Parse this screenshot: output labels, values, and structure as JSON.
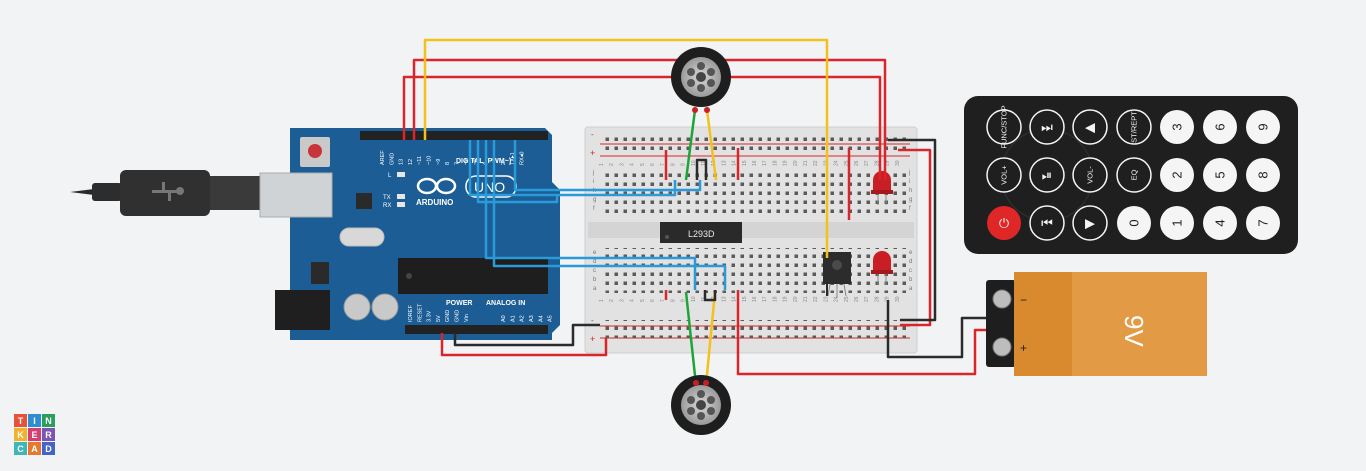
{
  "arduino": {
    "brand": "ARDUINO",
    "model": "UNO",
    "digital_header": "DIGITAL (PWM~)",
    "power_header": "POWER",
    "analog_header": "ANALOG IN",
    "led_labels": [
      "L",
      "TX",
      "RX"
    ],
    "digital_pins": [
      "AREF",
      "GND",
      "13",
      "12",
      "~11",
      "~10",
      "~9",
      "8",
      "7",
      "~6",
      "~5",
      "4",
      "~3",
      "2",
      "TX▸1",
      "RX◂0"
    ],
    "power_pins": [
      "IOREF",
      "RESET",
      "3.3V",
      "5V",
      "GND",
      "GND",
      "Vin"
    ],
    "analog_pins": [
      "A0",
      "A1",
      "A2",
      "A3",
      "A4",
      "A5"
    ]
  },
  "breadboard": {
    "row_letters_top": [
      "j",
      "i",
      "h",
      "g",
      "f"
    ],
    "row_letters_bottom": [
      "e",
      "d",
      "c",
      "b",
      "a"
    ],
    "column_numbers": [
      "1",
      "2",
      "3",
      "4",
      "5",
      "6",
      "7",
      "8",
      "9",
      "10",
      "11",
      "12",
      "13",
      "14",
      "15",
      "16",
      "17",
      "18",
      "19",
      "20",
      "21",
      "22",
      "23",
      "24",
      "25",
      "26",
      "27",
      "28",
      "29",
      "30"
    ],
    "rail_minus": "-",
    "rail_plus": "+"
  },
  "chip": {
    "label": "L293D"
  },
  "battery": {
    "label": "9V",
    "minus": "−",
    "plus": "+"
  },
  "remote": {
    "buttons": [
      {
        "label": "FUNC/STOP",
        "type": "text"
      },
      {
        "label": "⏭",
        "type": "icon"
      },
      {
        "label": "◀",
        "type": "icon"
      },
      {
        "label": "ST/REPT",
        "type": "text"
      },
      {
        "label": "3",
        "type": "num"
      },
      {
        "label": "6",
        "type": "num"
      },
      {
        "label": "9",
        "type": "num"
      },
      {
        "label": "VOL+",
        "type": "text"
      },
      {
        "label": "⏯",
        "type": "icon"
      },
      {
        "label": "VOL-",
        "type": "text"
      },
      {
        "label": "EQ",
        "type": "text"
      },
      {
        "label": "2",
        "type": "num"
      },
      {
        "label": "5",
        "type": "num"
      },
      {
        "label": "8",
        "type": "num"
      },
      {
        "label": "⏻",
        "type": "power"
      },
      {
        "label": "⏮",
        "type": "icon"
      },
      {
        "label": "▶",
        "type": "icon"
      },
      {
        "label": "0",
        "type": "num"
      },
      {
        "label": "1",
        "type": "num"
      },
      {
        "label": "4",
        "type": "num"
      },
      {
        "label": "7",
        "type": "num"
      }
    ]
  },
  "logo": {
    "letters": [
      "T",
      "I",
      "N",
      "K",
      "E",
      "R",
      "C",
      "A",
      "D"
    ]
  },
  "colors": {
    "wire_red": "#d8262a",
    "wire_yellow": "#f2c21b",
    "wire_blue": "#2a9ad8",
    "wire_green": "#1fa43a",
    "wire_black": "#2b2b2b",
    "board_blue": "#1b5d94"
  }
}
